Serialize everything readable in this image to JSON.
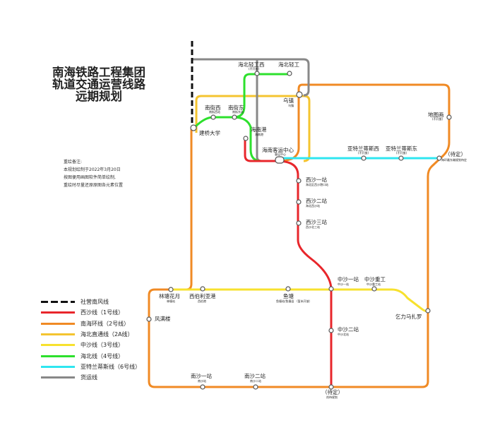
{
  "title_lines": [
    "南海铁路工程集团",
    "轨道交通运营线路",
    "远期规划"
  ],
  "note_lines": [
    "重绘备注:",
    "本规划绘制于2022年3月20日",
    "按图便用画图软件简单绘制,",
    "重绘时尽量还原原图各元素位置"
  ],
  "legend": [
    {
      "label": "社营南风线",
      "color": "#111111",
      "dashed": true
    },
    {
      "label": "西沙线（1号线）",
      "color": "#e8262b"
    },
    {
      "label": "南海环线（2号线）",
      "color": "#f08a24"
    },
    {
      "label": "海北直通线（2A线）",
      "color": "#f4c430"
    },
    {
      "label": "中沙线（3号线）",
      "color": "#f7e12e"
    },
    {
      "label": "海北线（4号线）",
      "color": "#2de02d"
    },
    {
      "label": "亚特兰蒂斯线（6号线）",
      "color": "#2fe6f0"
    },
    {
      "label": "货运线",
      "color": "#888888"
    }
  ],
  "stations": [
    {
      "id": "haibei-qinggong-xi",
      "name": "海北轻工西",
      "sub": "(不开放)"
    },
    {
      "id": "haibei-qinggong",
      "name": "海北轻工",
      "sub": ""
    },
    {
      "id": "wuzhen",
      "name": "乌镇",
      "sub": "乌镇"
    },
    {
      "id": "nanjie-xi",
      "name": "南街西",
      "sub": "南街西站"
    },
    {
      "id": "nanjie-dong",
      "name": "南街东",
      "sub": "南街东站"
    },
    {
      "id": "jianqiao-daxue",
      "name": "建桥大学",
      "sub": ""
    },
    {
      "id": "hainan-gang",
      "name": "海南港",
      "sub": "海南港"
    },
    {
      "id": "hainan-keyun",
      "name": "海南客运中心",
      "sub": "客运中心"
    },
    {
      "id": "ditu-hua",
      "name": "地图画",
      "sub": "(不开放)"
    },
    {
      "id": "atlantis-xi",
      "name": "亚特兰蒂斯西",
      "sub": "(不开放)"
    },
    {
      "id": "atlantis-dong",
      "name": "亚特兰蒂斯东",
      "sub": "(不开放)"
    },
    {
      "id": "daiding-east",
      "name": "（待定）",
      "sub": "海环最东端规划待定"
    },
    {
      "id": "xisha-1",
      "name": "西沙一站",
      "sub": "海北区西沙港口站"
    },
    {
      "id": "xisha-2",
      "name": "西沙二站",
      "sub": "海北西沙站"
    },
    {
      "id": "xisha-3",
      "name": "西沙三站",
      "sub": "西沙北三站"
    },
    {
      "id": "zhongsha-1",
      "name": "中沙一站",
      "sub": "中沙一站"
    },
    {
      "id": "zhongsha-zhonggong",
      "name": "中沙重工",
      "sub": "中沙重工站"
    },
    {
      "id": "linjing-huayue",
      "name": "林塘花月",
      "sub": "林塘站"
    },
    {
      "id": "xiboliya-gang",
      "name": "西伯利亚港",
      "sub": "西伯港"
    },
    {
      "id": "yuwan",
      "name": "鱼塘",
      "sub": "鱼塘站/鱼塘县 （暂未开放）"
    },
    {
      "id": "qilimazhaluo",
      "name": "乞力马扎罗",
      "sub": ""
    },
    {
      "id": "fengman-lou",
      "name": "风满楼",
      "sub": ""
    },
    {
      "id": "zhongsha-2",
      "name": "中沙二站",
      "sub": "中沙北站"
    },
    {
      "id": "nansha-1",
      "name": "南沙一站",
      "sub": "南沙站"
    },
    {
      "id": "nansha-2",
      "name": "南沙二站",
      "sub": "南沙二站"
    },
    {
      "id": "daiding-south",
      "name": "（待定）",
      "sub": "尚待规划"
    }
  ]
}
